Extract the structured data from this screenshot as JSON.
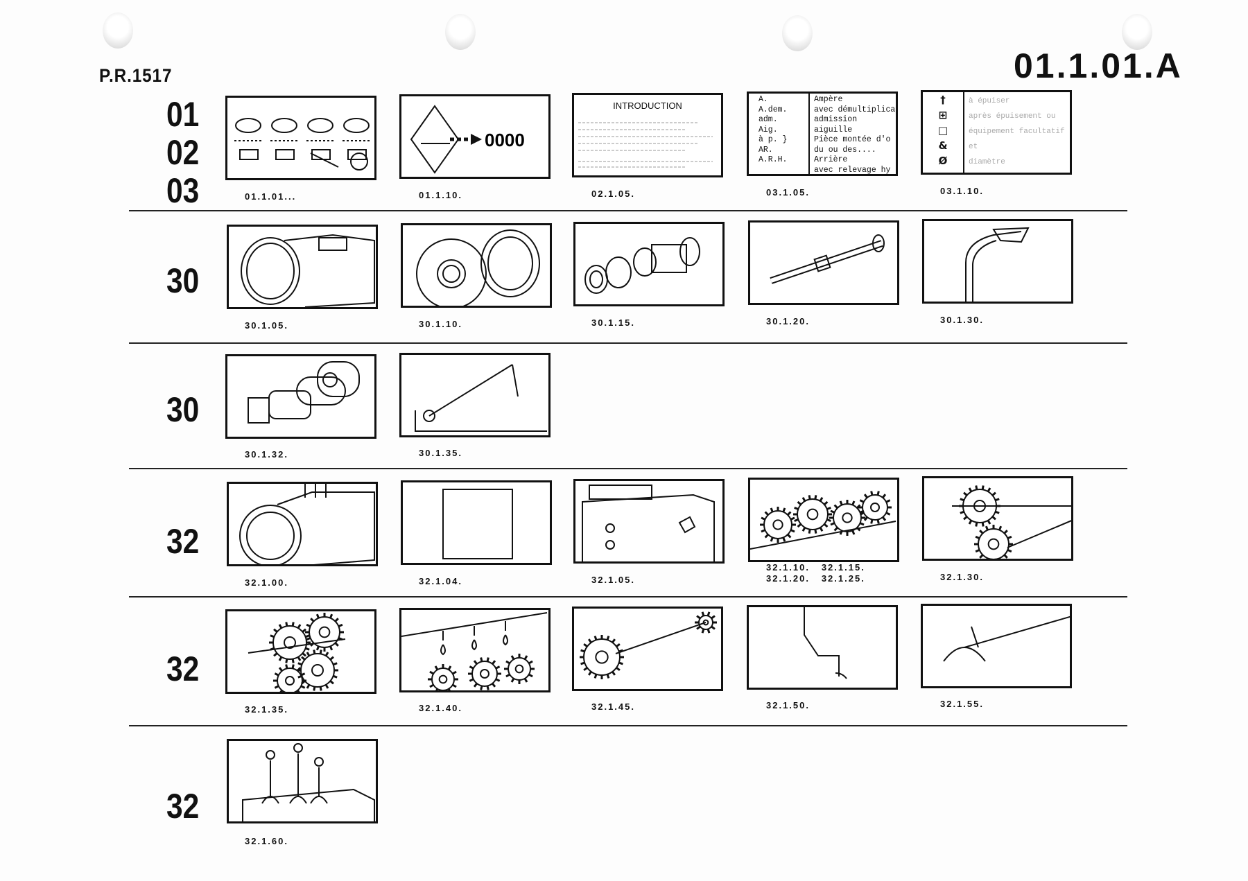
{
  "header": {
    "doc_code": "P.R.1517",
    "page_ref": "01.1.01.A"
  },
  "rows": [
    {
      "sections": [
        "01",
        "02",
        "03"
      ],
      "items": [
        {
          "label": "01.1.01...",
          "icon": "parts-collage"
        },
        {
          "label": "01.1.10.",
          "icon": "diamond-arrow",
          "text": "0000"
        },
        {
          "label": "02.1.05.",
          "icon": "introduction-page",
          "text": "INTRODUCTION"
        },
        {
          "label": "03.1.05.",
          "icon": "abbreviation-table",
          "table": [
            [
              "A.",
              "Ampère"
            ],
            [
              "A.dem.",
              "avec démultiplica"
            ],
            [
              "adm.",
              "admission"
            ],
            [
              "Aig.",
              "aiguille"
            ],
            [
              "à p. }",
              "Pièce montée d'o"
            ],
            [
              "",
              "du ou des...."
            ],
            [
              "AR.",
              "Arrière"
            ],
            [
              "A.R.H.",
              "avec relevage hy"
            ]
          ]
        },
        {
          "label": "03.1.10.",
          "icon": "symbol-table",
          "table": [
            [
              "†",
              "à épuiser"
            ],
            [
              "⊞",
              "après épuisement ou"
            ],
            [
              "□",
              "équipement facultatif"
            ],
            [
              "&",
              "et"
            ],
            [
              "Ø",
              "diamètre"
            ]
          ]
        }
      ]
    },
    {
      "sections": [
        "30"
      ],
      "items": [
        {
          "label": "30.1.05.",
          "icon": "clutch-housing"
        },
        {
          "label": "30.1.10.",
          "icon": "clutch-disc"
        },
        {
          "label": "30.1.15.",
          "icon": "bearings"
        },
        {
          "label": "30.1.20.",
          "icon": "shaft"
        },
        {
          "label": "30.1.30.",
          "icon": "pedal-lever"
        }
      ]
    },
    {
      "sections": [
        "30"
      ],
      "items": [
        {
          "label": "30.1.32.",
          "icon": "hydraulic-cylinder"
        },
        {
          "label": "30.1.35.",
          "icon": "linkage-rod"
        }
      ]
    },
    {
      "sections": [
        "32"
      ],
      "items": [
        {
          "label": "32.1.00.",
          "icon": "gearbox-housing"
        },
        {
          "label": "32.1.04.",
          "icon": "blank-square"
        },
        {
          "label": "32.1.05.",
          "icon": "housing-cover"
        },
        {
          "label": "32.1.10.   32.1.15.",
          "label2": "32.1.20.   32.1.25.",
          "icon": "gear-cluster"
        },
        {
          "label": "32.1.30.",
          "icon": "gear-pair"
        }
      ]
    },
    {
      "sections": [
        "32"
      ],
      "items": [
        {
          "label": "32.1.35.",
          "icon": "gear-set"
        },
        {
          "label": "32.1.40.",
          "icon": "lubrication-drops"
        },
        {
          "label": "32.1.45.",
          "icon": "gear-shaft"
        },
        {
          "label": "32.1.50.",
          "icon": "selector-rod"
        },
        {
          "label": "32.1.55.",
          "icon": "selector-fork"
        }
      ]
    },
    {
      "sections": [
        "32"
      ],
      "items": [
        {
          "label": "32.1.60.",
          "icon": "gear-levers"
        }
      ]
    }
  ]
}
